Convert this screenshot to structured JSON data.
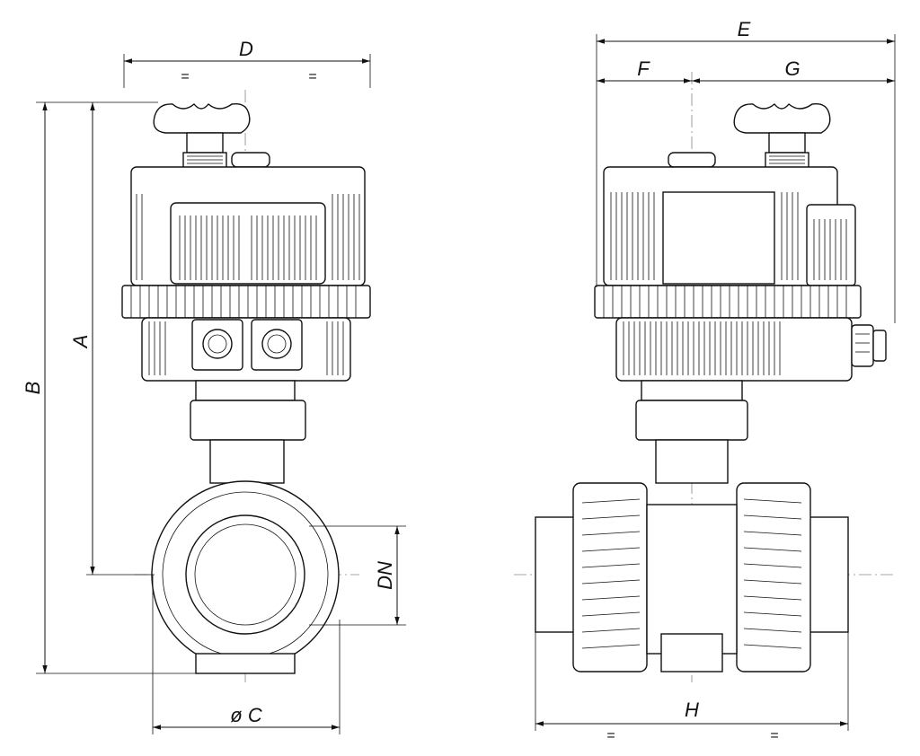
{
  "dimension_labels": {
    "A": "A",
    "B": "B",
    "C": "ø C",
    "D": "D",
    "DN": "DN",
    "E": "E",
    "F": "F",
    "G": "G",
    "H": "H"
  },
  "equal_marks": {
    "d_left": "=",
    "d_right": "=",
    "h_left": "=",
    "h_right": "="
  }
}
